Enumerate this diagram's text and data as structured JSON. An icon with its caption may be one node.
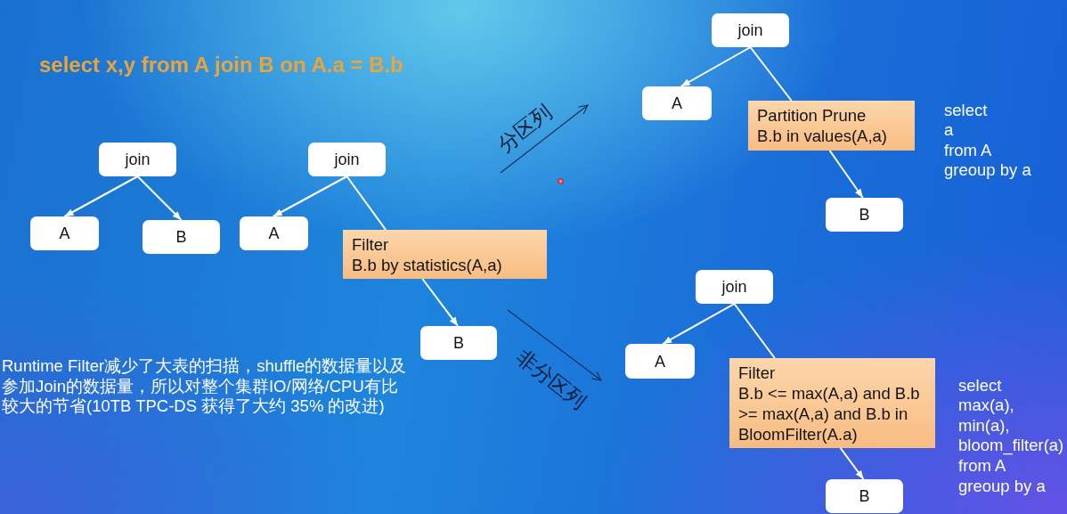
{
  "diagram": {
    "title": "select x,y from A join B on A.a = B.b",
    "nodes": [
      {
        "text": [
          "join"
        ]
      },
      {
        "text": [
          "A"
        ]
      },
      {
        "text": [
          "B"
        ]
      },
      {
        "text": [
          "join"
        ]
      },
      {
        "text": [
          "A"
        ]
      },
      {
        "text": [
          "Filter",
          "B.b by statistics(A,a)"
        ]
      },
      {
        "text": [
          "B"
        ]
      },
      {
        "text": [
          "join"
        ]
      },
      {
        "text": [
          "A"
        ]
      },
      {
        "text": [
          "Partition Prune",
          "B.b in values(A,a)"
        ]
      },
      {
        "text": [
          "B"
        ]
      },
      {
        "text": [
          "join"
        ]
      },
      {
        "text": [
          "A"
        ]
      },
      {
        "text": [
          "Filter",
          "B.b <= max(A,a) and B.b >= max(A,a) and B.b in BloomFilter(A.a)"
        ]
      },
      {
        "text": [
          "B"
        ]
      }
    ],
    "edges": [
      {
        "from": 0,
        "to": 1,
        "arrow": "to"
      },
      {
        "from": 0,
        "to": 2,
        "arrow": "to"
      },
      {
        "from": 3,
        "to": 4,
        "arrow": "to"
      },
      {
        "from": 3,
        "to": 5,
        "arrow": "none"
      },
      {
        "from": 5,
        "to": 6,
        "arrow": "to"
      },
      {
        "from": 7,
        "to": 8,
        "arrow": "to"
      },
      {
        "from": 7,
        "to": 9,
        "arrow": "none"
      },
      {
        "from": 9,
        "to": 10,
        "arrow": "to"
      },
      {
        "from": 11,
        "to": 12,
        "arrow": "to"
      },
      {
        "from": 11,
        "to": 13,
        "arrow": "none"
      },
      {
        "from": 13,
        "to": 14,
        "arrow": "to"
      }
    ],
    "labels": [
      "分区列",
      "select a from A greoup by a",
      "Runtime Filter减少了大表的扫描，shuffle的数据量以及参加Join的数据量，所以对整个集群IO/网络/CPU有比较大的节省(10TB TPC-DS 获得了大约 35% 的改进)",
      "非分区列",
      "select max(a), min(a), bloom_filter(a) from A greoup by a"
    ]
  }
}
